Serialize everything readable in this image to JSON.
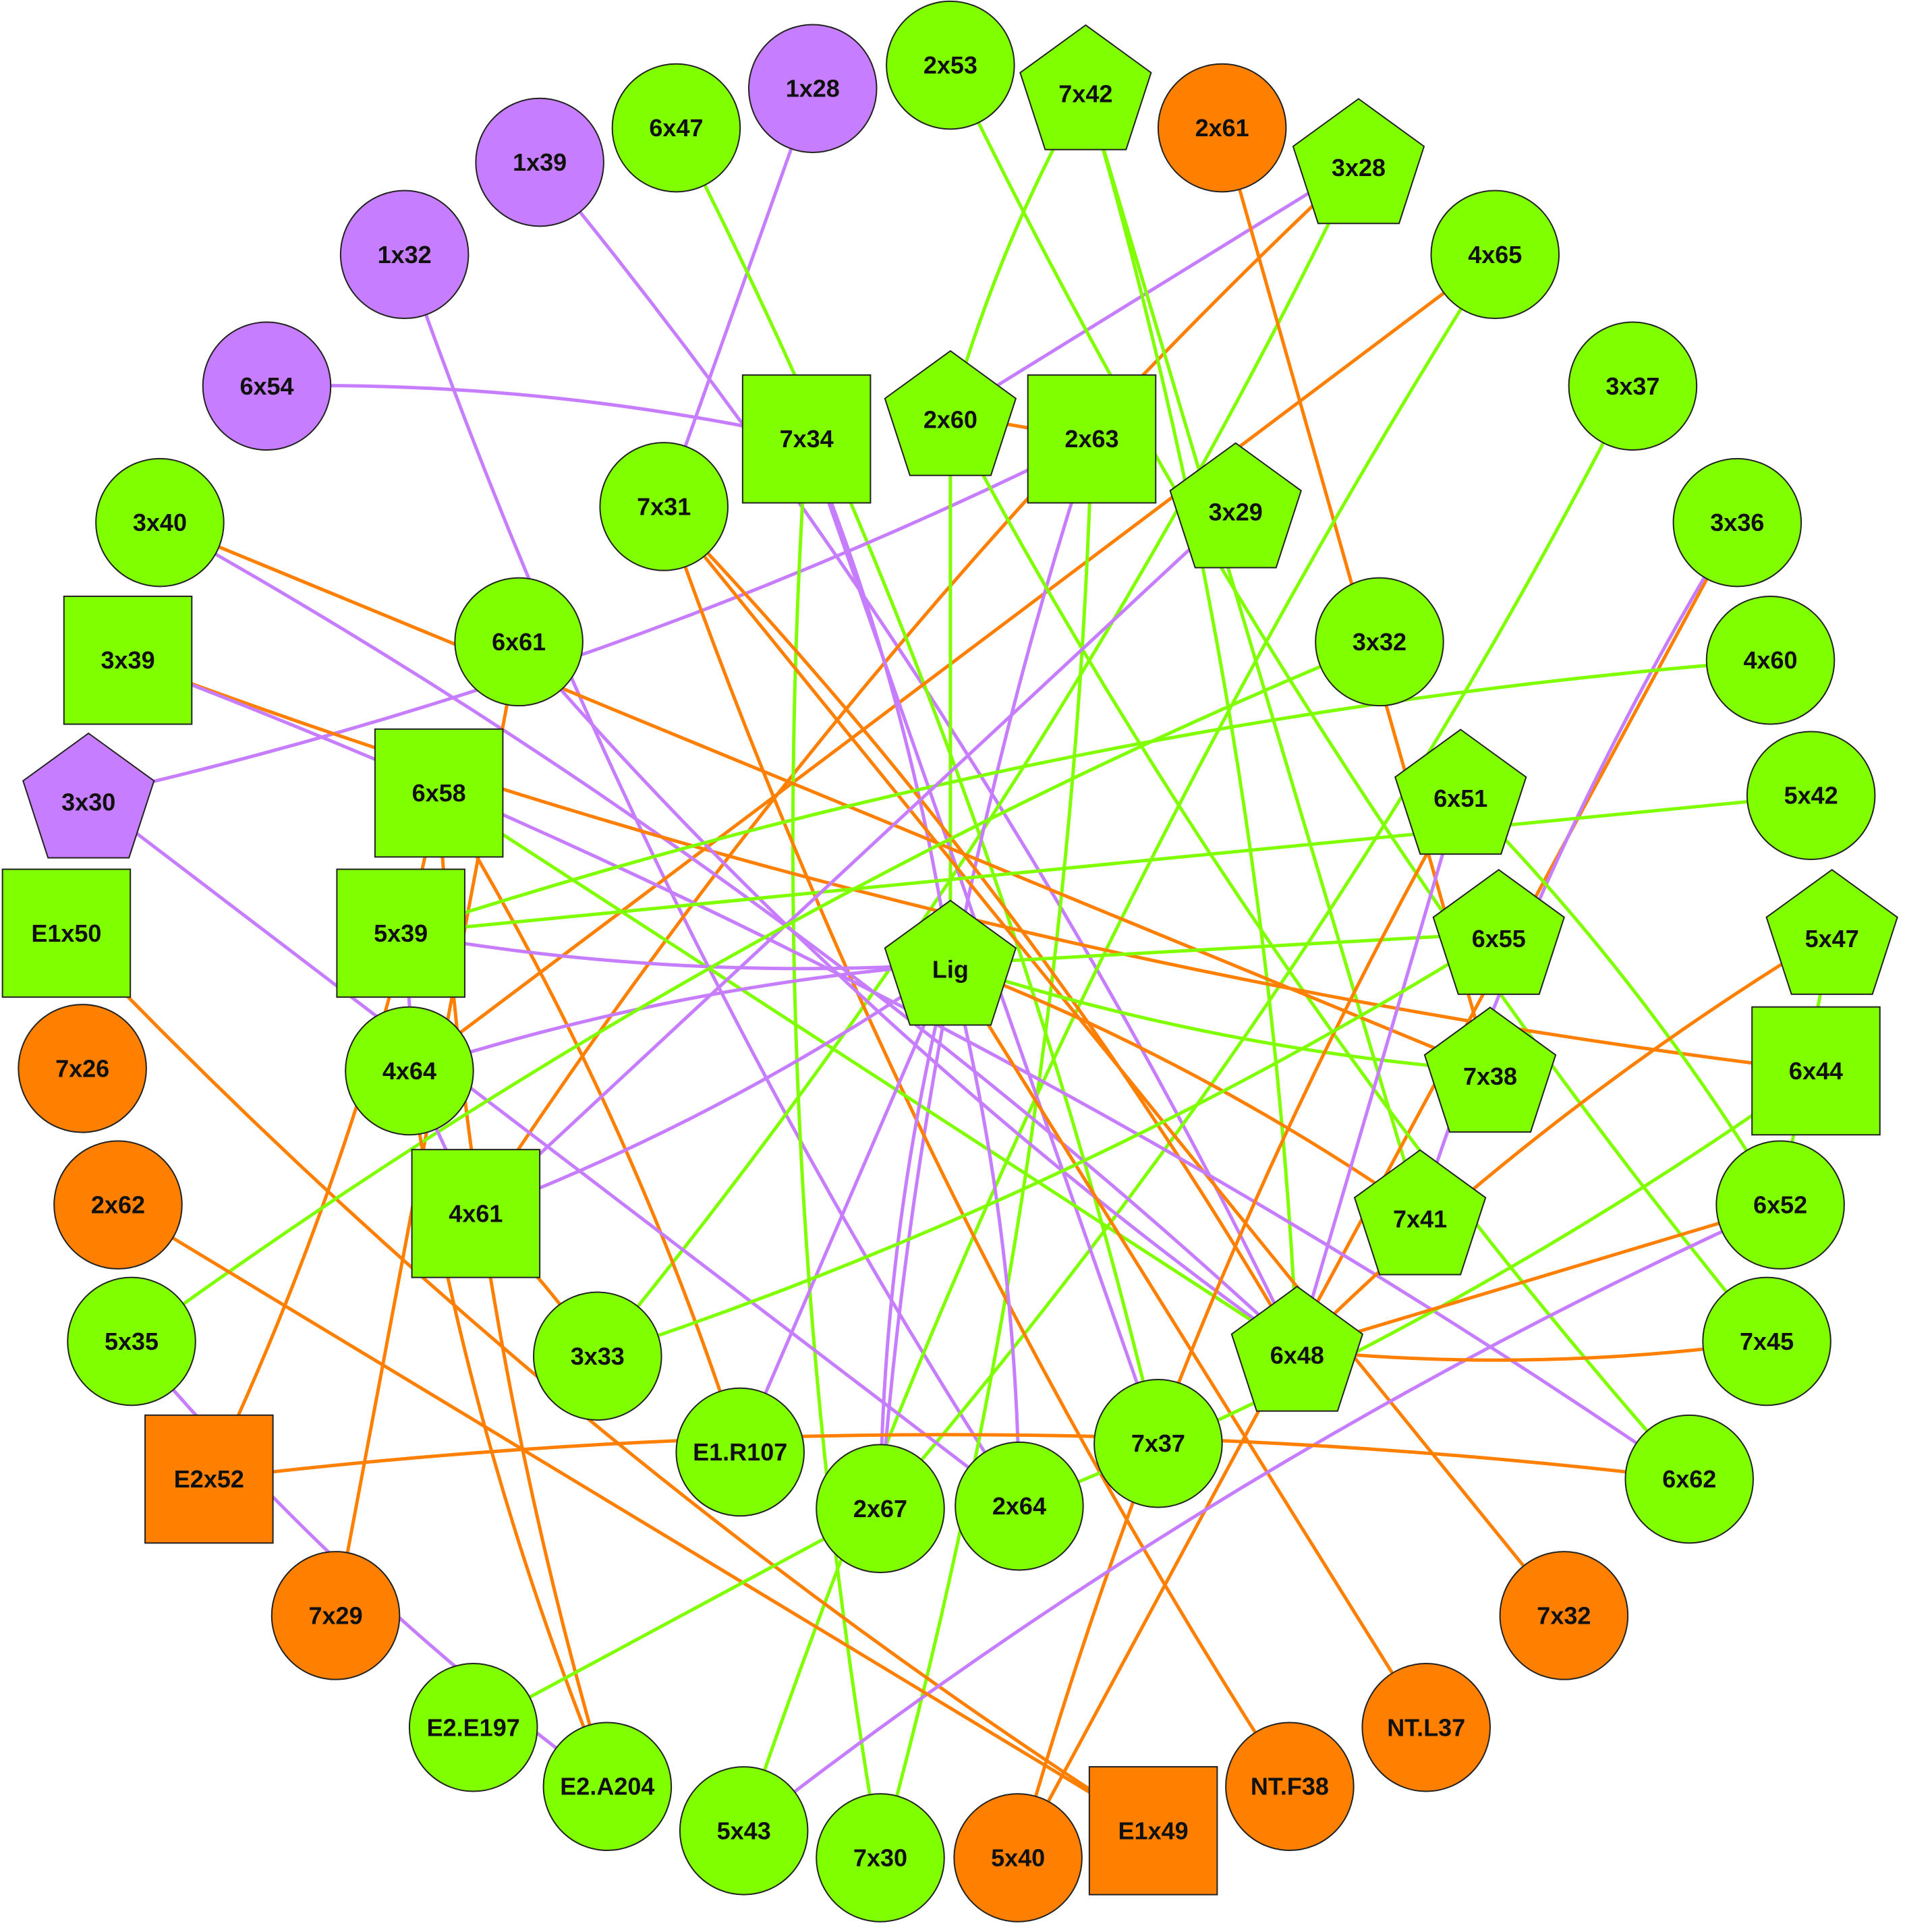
{
  "colors": {
    "green": "#7fff00",
    "purple": "#c77dff",
    "orange": "#ff7f00",
    "outline": "#222222"
  },
  "nodes": [
    {
      "id": "2x53",
      "shape": "circle",
      "color": "green"
    },
    {
      "id": "1x28",
      "shape": "circle",
      "color": "purple"
    },
    {
      "id": "7x42",
      "shape": "pentagon",
      "color": "green"
    },
    {
      "id": "6x47",
      "shape": "circle",
      "color": "green"
    },
    {
      "id": "2x61",
      "shape": "circle",
      "color": "orange"
    },
    {
      "id": "1x39",
      "shape": "circle",
      "color": "purple"
    },
    {
      "id": "3x28",
      "shape": "pentagon",
      "color": "green"
    },
    {
      "id": "1x32",
      "shape": "circle",
      "color": "purple"
    },
    {
      "id": "4x65",
      "shape": "circle",
      "color": "green"
    },
    {
      "id": "6x54",
      "shape": "circle",
      "color": "purple"
    },
    {
      "id": "7x34",
      "shape": "square",
      "color": "green"
    },
    {
      "id": "2x60",
      "shape": "pentagon",
      "color": "green"
    },
    {
      "id": "2x63",
      "shape": "square",
      "color": "green"
    },
    {
      "id": "3x37",
      "shape": "circle",
      "color": "green"
    },
    {
      "id": "7x31",
      "shape": "circle",
      "color": "green"
    },
    {
      "id": "3x29",
      "shape": "pentagon",
      "color": "green"
    },
    {
      "id": "3x40",
      "shape": "circle",
      "color": "green"
    },
    {
      "id": "3x36",
      "shape": "circle",
      "color": "green"
    },
    {
      "id": "6x61",
      "shape": "circle",
      "color": "green"
    },
    {
      "id": "3x32",
      "shape": "circle",
      "color": "green"
    },
    {
      "id": "3x39",
      "shape": "square",
      "color": "green"
    },
    {
      "id": "4x60",
      "shape": "circle",
      "color": "green"
    },
    {
      "id": "6x58",
      "shape": "square",
      "color": "green"
    },
    {
      "id": "6x51",
      "shape": "pentagon",
      "color": "green"
    },
    {
      "id": "3x30",
      "shape": "pentagon",
      "color": "purple"
    },
    {
      "id": "5x42",
      "shape": "circle",
      "color": "green"
    },
    {
      "id": "E1x50",
      "shape": "square",
      "color": "green"
    },
    {
      "id": "5x39",
      "shape": "square",
      "color": "green"
    },
    {
      "id": "Lig",
      "shape": "pentagon",
      "color": "green"
    },
    {
      "id": "6x55",
      "shape": "pentagon",
      "color": "green"
    },
    {
      "id": "5x47",
      "shape": "pentagon",
      "color": "green"
    },
    {
      "id": "7x26",
      "shape": "circle",
      "color": "orange"
    },
    {
      "id": "4x64",
      "shape": "circle",
      "color": "green"
    },
    {
      "id": "7x38",
      "shape": "pentagon",
      "color": "green"
    },
    {
      "id": "6x44",
      "shape": "square",
      "color": "green"
    },
    {
      "id": "2x62",
      "shape": "circle",
      "color": "orange"
    },
    {
      "id": "4x61",
      "shape": "square",
      "color": "green"
    },
    {
      "id": "7x41",
      "shape": "pentagon",
      "color": "green"
    },
    {
      "id": "6x52",
      "shape": "circle",
      "color": "green"
    },
    {
      "id": "5x35",
      "shape": "circle",
      "color": "green"
    },
    {
      "id": "3x33",
      "shape": "circle",
      "color": "green"
    },
    {
      "id": "6x48",
      "shape": "pentagon",
      "color": "green"
    },
    {
      "id": "7x45",
      "shape": "circle",
      "color": "green"
    },
    {
      "id": "E2x52",
      "shape": "square",
      "color": "orange"
    },
    {
      "id": "E1.R107",
      "shape": "circle",
      "color": "green"
    },
    {
      "id": "2x67",
      "shape": "circle",
      "color": "green"
    },
    {
      "id": "2x64",
      "shape": "circle",
      "color": "green"
    },
    {
      "id": "7x37",
      "shape": "circle",
      "color": "green"
    },
    {
      "id": "6x62",
      "shape": "circle",
      "color": "green"
    },
    {
      "id": "7x29",
      "shape": "circle",
      "color": "orange"
    },
    {
      "id": "7x32",
      "shape": "circle",
      "color": "orange"
    },
    {
      "id": "E2.E197",
      "shape": "circle",
      "color": "green"
    },
    {
      "id": "E2.A204",
      "shape": "circle",
      "color": "green"
    },
    {
      "id": "NT.L37",
      "shape": "circle",
      "color": "orange"
    },
    {
      "id": "NT.F38",
      "shape": "circle",
      "color": "orange"
    },
    {
      "id": "5x43",
      "shape": "circle",
      "color": "green"
    },
    {
      "id": "7x30",
      "shape": "circle",
      "color": "green"
    },
    {
      "id": "5x40",
      "shape": "circle",
      "color": "orange"
    },
    {
      "id": "E1x49",
      "shape": "square",
      "color": "orange"
    }
  ],
  "edges": [
    {
      "source": "6x54",
      "target": "7x34",
      "color": "purple"
    },
    {
      "source": "1x28",
      "target": "7x31",
      "color": "purple"
    },
    {
      "source": "1x32",
      "target": "2x64",
      "color": "purple"
    },
    {
      "source": "1x39",
      "target": "6x48",
      "color": "purple"
    },
    {
      "source": "3x28",
      "target": "2x60",
      "color": "purple"
    },
    {
      "source": "3x28",
      "target": "4x61",
      "color": "orange"
    },
    {
      "source": "3x28",
      "target": "3x33",
      "color": "green"
    },
    {
      "source": "2x61",
      "target": "7x38",
      "color": "orange"
    },
    {
      "source": "7x42",
      "target": "2x60",
      "color": "green"
    },
    {
      "source": "7x42",
      "target": "6x48",
      "color": "green"
    },
    {
      "source": "7x42",
      "target": "7x41",
      "color": "green"
    },
    {
      "source": "2x53",
      "target": "7x45",
      "color": "green"
    },
    {
      "source": "6x47",
      "target": "7x37",
      "color": "green"
    },
    {
      "source": "4x65",
      "target": "4x64",
      "color": "orange"
    },
    {
      "source": "4x65",
      "target": "5x43",
      "color": "green"
    },
    {
      "source": "3x37",
      "target": "2x67",
      "color": "green"
    },
    {
      "source": "3x36",
      "target": "5x40",
      "color": "orange"
    },
    {
      "source": "3x36",
      "target": "7x41",
      "color": "purple"
    },
    {
      "source": "2x63",
      "target": "3x30",
      "color": "purple"
    },
    {
      "source": "2x63",
      "target": "2x60",
      "color": "orange"
    },
    {
      "source": "2x63",
      "target": "2x67",
      "color": "purple"
    },
    {
      "source": "2x63",
      "target": "7x30",
      "color": "green"
    },
    {
      "source": "2x60",
      "target": "Lig",
      "color": "green"
    },
    {
      "source": "2x60",
      "target": "6x62",
      "color": "green"
    },
    {
      "source": "7x34",
      "target": "Lig",
      "color": "purple"
    },
    {
      "source": "7x34",
      "target": "7x37",
      "color": "purple"
    },
    {
      "source": "7x34",
      "target": "7x30",
      "color": "green"
    },
    {
      "source": "7x31",
      "target": "6x48",
      "color": "orange"
    },
    {
      "source": "7x31",
      "target": "7x32",
      "color": "orange"
    },
    {
      "source": "7x31",
      "target": "NT.F38",
      "color": "orange"
    },
    {
      "source": "3x40",
      "target": "6x48",
      "color": "purple"
    },
    {
      "source": "3x40",
      "target": "7x38",
      "color": "orange"
    },
    {
      "source": "3x39",
      "target": "6x44",
      "color": "orange"
    },
    {
      "source": "3x39",
      "target": "6x62",
      "color": "purple"
    },
    {
      "source": "6x61",
      "target": "7x29",
      "color": "orange"
    },
    {
      "source": "6x61",
      "target": "6x48",
      "color": "purple"
    },
    {
      "source": "6x58",
      "target": "E2x52",
      "color": "orange"
    },
    {
      "source": "6x58",
      "target": "6x48",
      "color": "green"
    },
    {
      "source": "6x58",
      "target": "E2.A204",
      "color": "orange"
    },
    {
      "source": "6x58",
      "target": "E1.R107",
      "color": "orange"
    },
    {
      "source": "3x30",
      "target": "2x64",
      "color": "purple"
    },
    {
      "source": "E1x50",
      "target": "E1x49",
      "color": "orange"
    },
    {
      "source": "5x39",
      "target": "4x60",
      "color": "green"
    },
    {
      "source": "5x39",
      "target": "5x42",
      "color": "green"
    },
    {
      "source": "5x39",
      "target": "Lig",
      "color": "purple"
    },
    {
      "source": "5x39",
      "target": "4x64",
      "color": "purple"
    },
    {
      "source": "Lig",
      "target": "6x55",
      "color": "green"
    },
    {
      "source": "Lig",
      "target": "7x38",
      "color": "green"
    },
    {
      "source": "Lig",
      "target": "7x41",
      "color": "orange"
    },
    {
      "source": "Lig",
      "target": "NT.L37",
      "color": "orange"
    },
    {
      "source": "Lig",
      "target": "4x64",
      "color": "purple"
    },
    {
      "source": "Lig",
      "target": "4x61",
      "color": "purple"
    },
    {
      "source": "Lig",
      "target": "E1.R107",
      "color": "purple"
    },
    {
      "source": "Lig",
      "target": "2x67",
      "color": "purple"
    },
    {
      "source": "Lig",
      "target": "2x64",
      "color": "purple"
    },
    {
      "source": "3x29",
      "target": "4x61",
      "color": "purple"
    },
    {
      "source": "3x32",
      "target": "5x35",
      "color": "green"
    },
    {
      "source": "6x51",
      "target": "6x52",
      "color": "green"
    },
    {
      "source": "6x51",
      "target": "6x48",
      "color": "purple"
    },
    {
      "source": "6x51",
      "target": "5x40",
      "color": "orange"
    },
    {
      "source": "6x55",
      "target": "3x33",
      "color": "green"
    },
    {
      "source": "5x47",
      "target": "6x52",
      "color": "green"
    },
    {
      "source": "5x47",
      "target": "6x48",
      "color": "orange"
    },
    {
      "source": "6x44",
      "target": "2x64",
      "color": "green"
    },
    {
      "source": "6x52",
      "target": "6x48",
      "color": "orange"
    },
    {
      "source": "6x52",
      "target": "5x43",
      "color": "purple"
    },
    {
      "source": "7x45",
      "target": "6x48",
      "color": "orange"
    },
    {
      "source": "4x64",
      "target": "4x61",
      "color": "purple"
    },
    {
      "source": "4x64",
      "target": "E2.A204",
      "color": "orange"
    },
    {
      "source": "4x61",
      "target": "3x33",
      "color": "orange"
    },
    {
      "source": "2x62",
      "target": "E1x49",
      "color": "orange"
    },
    {
      "source": "5x35",
      "target": "E2.A204",
      "color": "purple"
    },
    {
      "source": "E2x52",
      "target": "6x62",
      "color": "orange"
    },
    {
      "source": "2x67",
      "target": "E2.E197",
      "color": "green"
    }
  ]
}
